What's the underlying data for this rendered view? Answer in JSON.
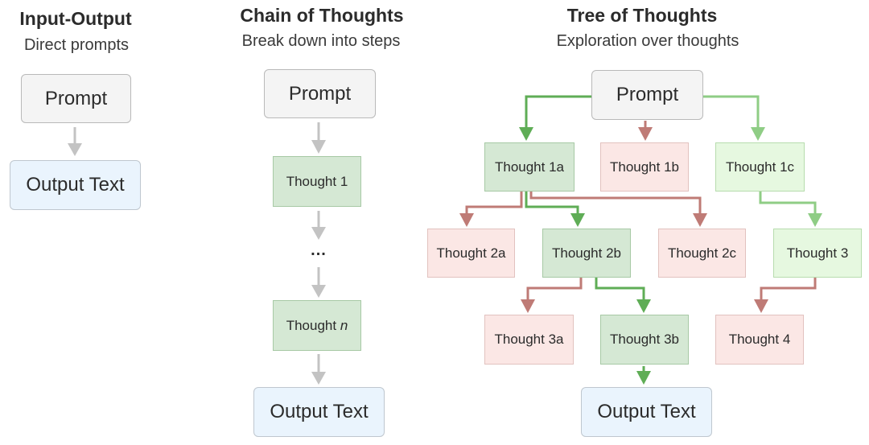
{
  "io": {
    "title": "Input-Output",
    "subtitle": "Direct prompts",
    "prompt": "Prompt",
    "output": "Output Text"
  },
  "cot": {
    "title": "Chain of Thoughts",
    "subtitle": "Break down into steps",
    "prompt": "Prompt",
    "thought1": "Thought 1",
    "ellipsis": "...",
    "thoughtn_prefix": "Thought ",
    "thoughtn_var": "n",
    "output": "Output Text"
  },
  "tot": {
    "title": "Tree of Thoughts",
    "subtitle": "Exploration over thoughts",
    "prompt": "Prompt",
    "t1a": "Thought 1a",
    "t1b": "Thought 1b",
    "t1c": "Thought 1c",
    "t2a": "Thought 2a",
    "t2b": "Thought 2b",
    "t2c": "Thought 2c",
    "t3": "Thought 3",
    "t3a": "Thought 3a",
    "t3b": "Thought 3b",
    "t4": "Thought 4",
    "output": "Output Text"
  },
  "colors": {
    "gray_arrow": "#c3c3c3",
    "green_arrow": "#5fad56",
    "light_green_arrow": "#8fcd85",
    "red_arrow": "#bf7b76"
  }
}
